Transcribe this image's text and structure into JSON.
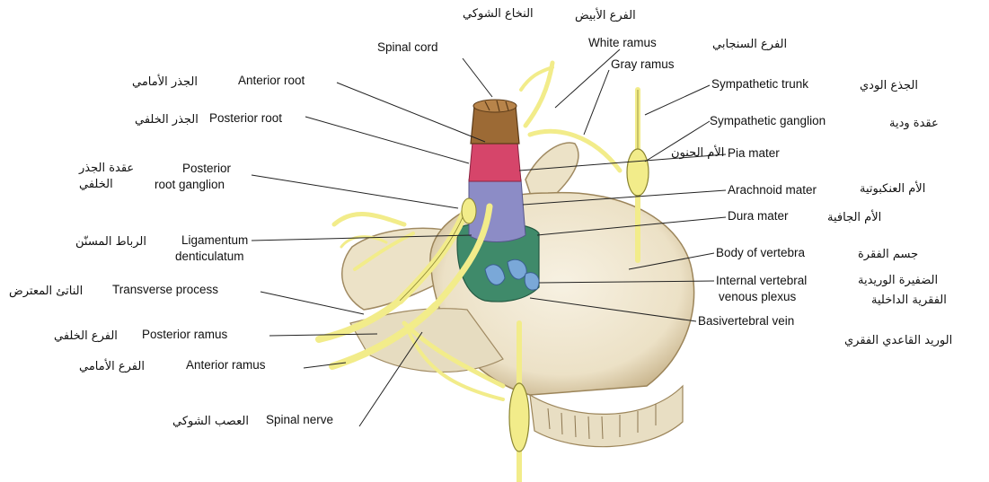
{
  "labels": {
    "spinal_cord": {
      "en": "Spinal cord",
      "ar": "النخاع الشوكي"
    },
    "white_ramus": {
      "en": "White ramus",
      "ar": "الفرع الأبيض"
    },
    "gray_ramus": {
      "en": "Gray ramus",
      "ar": "الفرع السنجابي"
    },
    "anterior_root": {
      "en": "Anterior root",
      "ar": "الجذر الأمامي"
    },
    "posterior_root": {
      "en": "Posterior root",
      "ar": "الجذر الخلفي"
    },
    "posterior_root_ganglion": {
      "en_line1": "Posterior",
      "en_line2": "root ganglion",
      "ar_line1": "عقدة الجذر",
      "ar_line2": "الخلفي"
    },
    "ligamentum_denticulatum": {
      "en_line1": "Ligamentum",
      "en_line2": "denticulatum",
      "ar": "الرباط المسنّن"
    },
    "transverse_process": {
      "en": "Transverse process",
      "ar": "الناتئ المعترض"
    },
    "posterior_ramus": {
      "en": "Posterior ramus",
      "ar": "الفرع الخلفي"
    },
    "anterior_ramus": {
      "en": "Anterior ramus",
      "ar": "الفرع الأمامي"
    },
    "spinal_nerve": {
      "en": "Spinal nerve",
      "ar": "العصب الشوكي"
    },
    "sympathetic_trunk": {
      "en": "Sympathetic trunk",
      "ar": "الجذع الودي"
    },
    "sympathetic_ganglion": {
      "en": "Sympathetic ganglion",
      "ar": "عقدة ودية"
    },
    "pia_mater": {
      "en": "Pia mater",
      "ar": "الأم الحنون"
    },
    "arachnoid_mater": {
      "en": "Arachnoid mater",
      "ar": "الأم العنكبوتية"
    },
    "dura_mater": {
      "en": "Dura mater",
      "ar": "الأم الجافية"
    },
    "body_of_vertebra": {
      "en": "Body of vertebra",
      "ar": "جسم الفقرة"
    },
    "internal_vertebral_venous_plexus": {
      "en_line1": "Internal vertebral",
      "en_line2": "venous plexus",
      "ar_line1": "الضفيرة الوريدية",
      "ar_line2": "الفقرية الداخلية"
    },
    "basivertebral_vein": {
      "en": "Basivertebral vein",
      "ar": "الوريد القاعدي الفقري"
    }
  },
  "colors": {
    "nerve": "#f2ec8a",
    "bone": "#efe6cf",
    "spinal_cord": "#9c6a35",
    "pia": "#d6456a",
    "arachnoid": "#8c8cc6",
    "dura": "#3f8a6a",
    "vein": "#7aa8d8"
  }
}
